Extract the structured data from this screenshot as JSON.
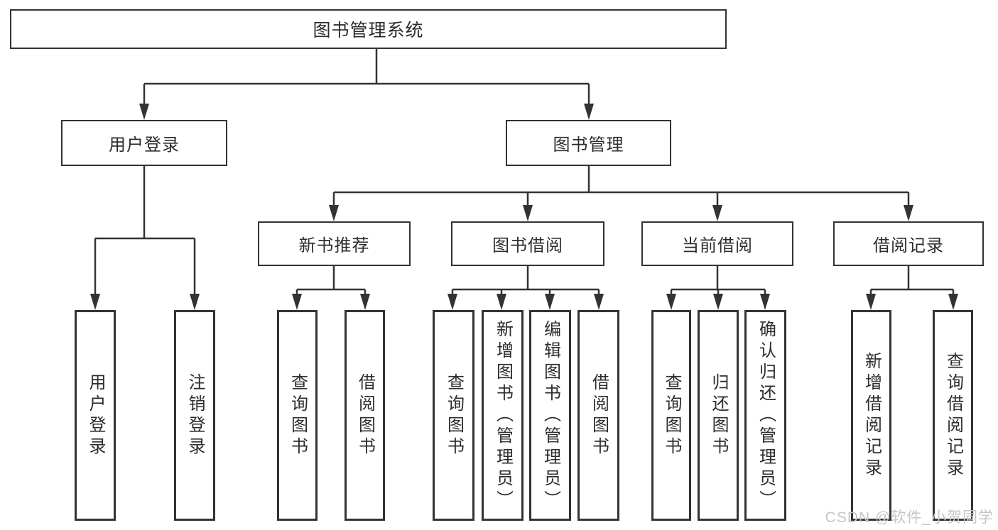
{
  "diagram": {
    "root": {
      "label": "图书管理系统"
    },
    "user_login": {
      "label": "用户登录",
      "children": {
        "login": {
          "label": "用户登录"
        },
        "logout": {
          "label": "注销登录"
        }
      }
    },
    "book_management": {
      "label": "图书管理",
      "children": {
        "new_book_recommend": {
          "label": "新书推荐",
          "children": {
            "query_books": {
              "label": "查询图书"
            },
            "borrow_books": {
              "label": "借阅图书"
            }
          }
        },
        "book_borrow": {
          "label": "图书借阅",
          "children": {
            "query_books": {
              "label": "查询图书"
            },
            "add_books": {
              "label": "新增图书（管理员）"
            },
            "edit_books": {
              "label": "编辑图书（管理员）"
            },
            "borrow_books": {
              "label": "借阅图书"
            }
          }
        },
        "current_borrow": {
          "label": "当前借阅",
          "children": {
            "query_books": {
              "label": "查询图书"
            },
            "return_books": {
              "label": "归还图书"
            },
            "confirm_return": {
              "label": "确认归还（管理员）"
            }
          }
        },
        "borrow_records": {
          "label": "借阅记录",
          "children": {
            "add_record": {
              "label": "新增借阅记录"
            },
            "query_record": {
              "label": "查询借阅记录"
            }
          }
        }
      }
    },
    "watermark": "CSDN @软件_小贺同学",
    "colors": {
      "line": "#333333",
      "text": "#2d2d2d",
      "watermark": "#c5c5c5",
      "background": "#ffffff"
    }
  }
}
